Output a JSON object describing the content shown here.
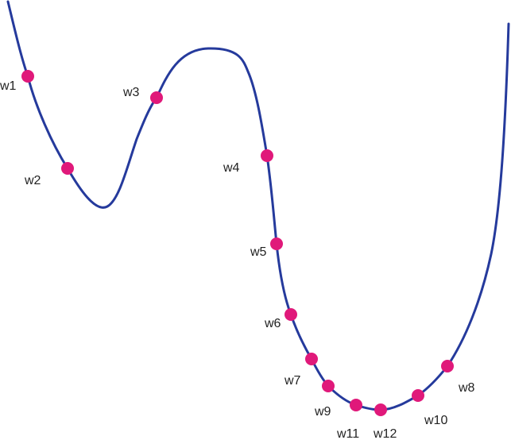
{
  "colors": {
    "curve": "#253a9c",
    "point": "#e0197a",
    "label": "#222222",
    "background": "#ffffff"
  },
  "points": [
    {
      "id": "w1",
      "label": "w1"
    },
    {
      "id": "w2",
      "label": "w2"
    },
    {
      "id": "w3",
      "label": "w3"
    },
    {
      "id": "w4",
      "label": "w4"
    },
    {
      "id": "w5",
      "label": "w5"
    },
    {
      "id": "w6",
      "label": "w6"
    },
    {
      "id": "w7",
      "label": "w7"
    },
    {
      "id": "w8",
      "label": "w8"
    },
    {
      "id": "w9",
      "label": "w9"
    },
    {
      "id": "w10",
      "label": "w10"
    },
    {
      "id": "w11",
      "label": "w11"
    },
    {
      "id": "w12",
      "label": "w12"
    }
  ]
}
